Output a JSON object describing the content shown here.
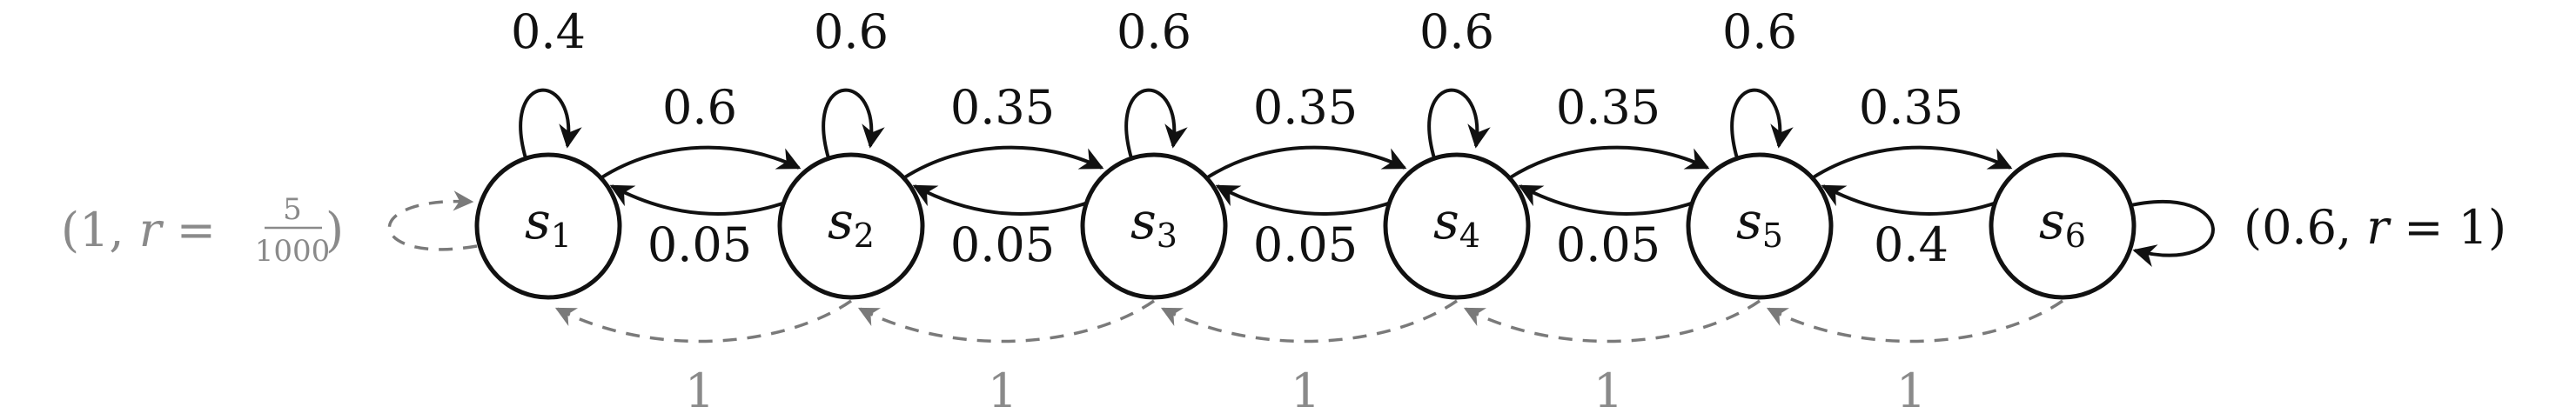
{
  "states": [
    {
      "letter": "s",
      "sub": "1"
    },
    {
      "letter": "s",
      "sub": "2"
    },
    {
      "letter": "s",
      "sub": "3"
    },
    {
      "letter": "s",
      "sub": "4"
    },
    {
      "letter": "s",
      "sub": "5"
    },
    {
      "letter": "s",
      "sub": "6"
    }
  ],
  "self_loops": [
    "0.4",
    "0.6",
    "0.6",
    "0.6",
    "0.6"
  ],
  "forward": [
    "0.6",
    "0.35",
    "0.35",
    "0.35",
    "0.35"
  ],
  "backward": [
    "0.05",
    "0.05",
    "0.05",
    "0.05",
    "0.4"
  ],
  "reset": [
    "1",
    "1",
    "1",
    "1",
    "1"
  ],
  "left_reward": {
    "open": "(1, ",
    "r": "r",
    "eq": " = ",
    "num": "5",
    "den": "1000",
    "close": ")"
  },
  "right_reward": {
    "text_a": "(0.6, ",
    "r": "r",
    "text_b": " = 1)"
  },
  "colors": {
    "main": "#111111",
    "secondary": "#8a8a8a",
    "background": "#ffffff"
  }
}
